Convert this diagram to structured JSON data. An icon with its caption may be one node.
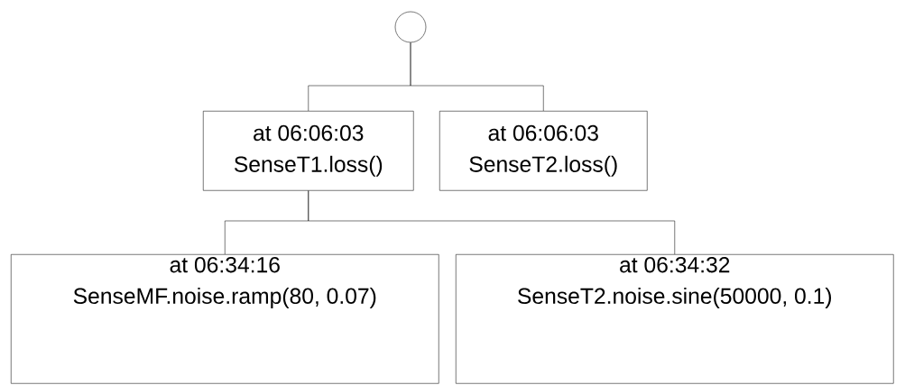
{
  "diagram": {
    "nodes": [
      {
        "text": [],
        "shape": "circle"
      },
      {
        "text": [
          "at 06:06:03",
          "SenseT1.loss()"
        ]
      },
      {
        "text": [
          "at 06:06:03",
          "SenseT2.loss()"
        ]
      },
      {
        "text": [
          "at 06:34:16",
          "SenseMF.noise.ramp(80, 0.07)"
        ]
      },
      {
        "text": [
          "at 06:34:32",
          "SenseT2.noise.sine(50000, 0.1)"
        ]
      }
    ],
    "edges": [
      {
        "from": 0,
        "to": 1,
        "arrow": "none"
      },
      {
        "from": 0,
        "to": 2,
        "arrow": "none"
      },
      {
        "from": 1,
        "to": 3,
        "arrow": "none"
      },
      {
        "from": 1,
        "to": 4,
        "arrow": "none"
      }
    ]
  }
}
